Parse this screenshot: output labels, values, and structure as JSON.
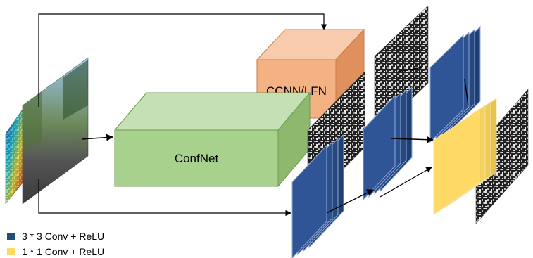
{
  "blocks": {
    "confnet_label": "ConfNet",
    "ccnn_label": "CCNN/LFN"
  },
  "legend": [
    {
      "label": "3 * 3 Conv + ReLU",
      "color": "#1f4e79"
    },
    {
      "label": "1 * 1 Conv + ReLU",
      "color": "#ffd966"
    }
  ],
  "colors": {
    "confnet_face": "#a9d18e",
    "ccnn_face": "#f4b183",
    "conv3x3": "#2f5597",
    "conv1x1": "#ffd966"
  }
}
